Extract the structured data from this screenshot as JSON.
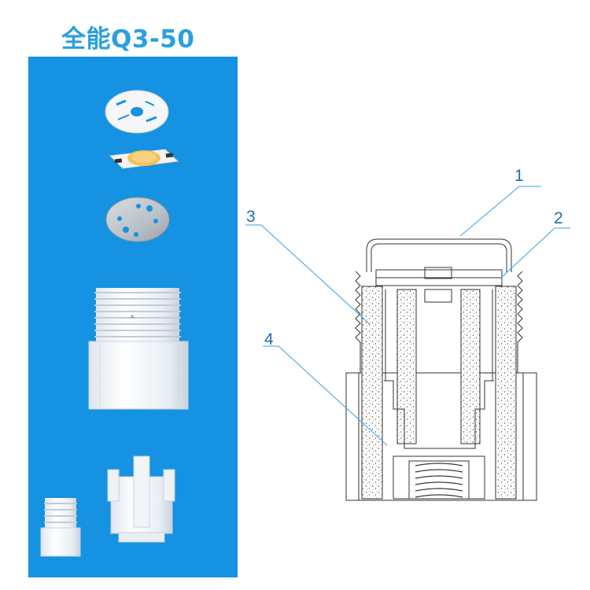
{
  "title": "全能Q3-50",
  "callouts": [
    {
      "id": "1",
      "text": "1"
    },
    {
      "id": "2",
      "text": "2"
    },
    {
      "id": "3",
      "text": "3"
    },
    {
      "id": "4",
      "text": "4"
    }
  ],
  "colors": {
    "panel": "#1592e1",
    "title": "#2b9fe0",
    "leader": "#3aa0e0",
    "lines": "#333333"
  },
  "parts": [
    "ceramic-insulator-disc",
    "cob-led-chip",
    "aluminum-base-plate",
    "threaded-housing",
    "slotted-inner-holder",
    "small-threaded-connector"
  ]
}
